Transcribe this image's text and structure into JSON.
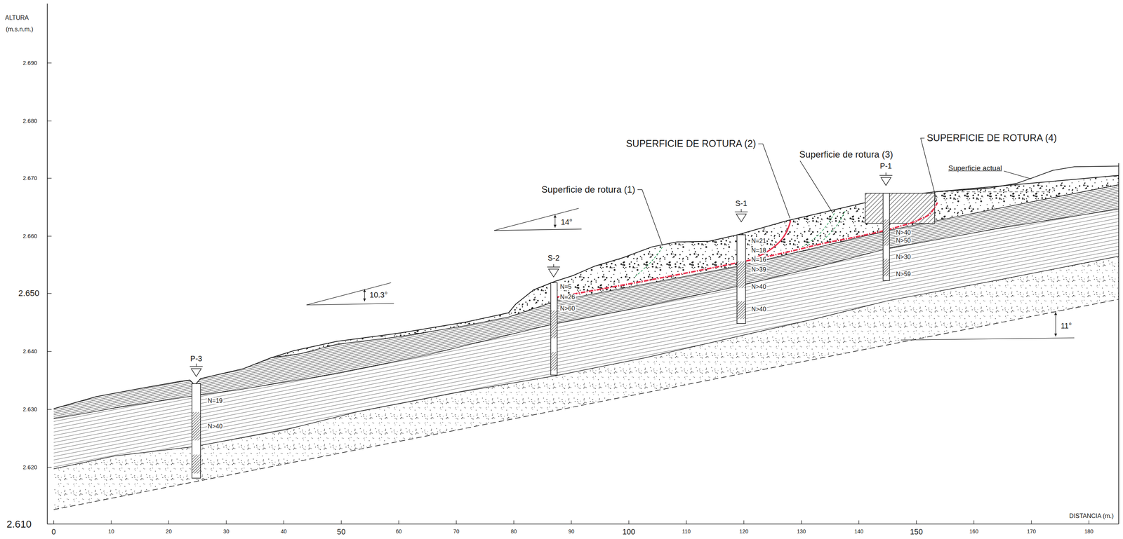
{
  "diagram": {
    "labels": [
      "ALTURA",
      "(m.s.n.m.)",
      "2.690",
      "2.680",
      "2.670",
      "2.660",
      "2.650",
      "2.640",
      "2.630",
      "2.620",
      "2.610",
      "0",
      "10",
      "20",
      "30",
      "40",
      "50",
      "60",
      "70",
      "80",
      "90",
      "100",
      "110",
      "120",
      "130",
      "140",
      "150",
      "160",
      "170",
      "180",
      "DISTANCIA (m.)",
      "SUPERFICIE DE ROTURA (2)",
      "Superficie de rotura (3)",
      "SUPERFICIE DE ROTURA (4)",
      "Superficie de rotura (1)",
      "Superficie actual",
      "14°",
      "10.3°",
      "11°",
      "P-3",
      "S-2",
      "S-1",
      "P-1",
      "N=19",
      "N>40",
      "N=5",
      "N=26",
      "N>60",
      "N=21",
      "N=18",
      "N=16",
      "N>39",
      "N>40",
      "N>40",
      "N>40",
      "N>50",
      "N>30",
      "N>59"
    ]
  }
}
